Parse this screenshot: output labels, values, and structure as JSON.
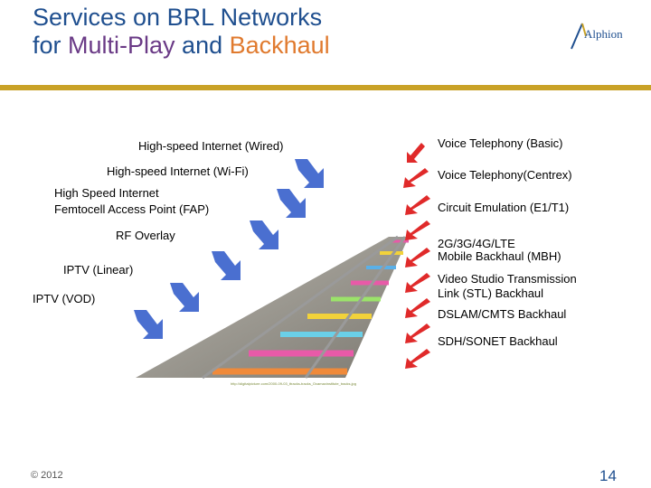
{
  "slide": {
    "title_line1": "Services on BRL Networks",
    "title_line2_prefix": "for ",
    "title_line2_accent1": "Multi-Play",
    "title_line2_mid": " and ",
    "title_line2_accent2": "Backhaul",
    "logo_text": "Alphion",
    "colors": {
      "title": "#1f4f8f",
      "accent_purple": "#6a3a86",
      "accent_orange": "#e07a2e",
      "gold_bar": "#c9a227",
      "arrow": "#4a6fd0"
    }
  },
  "left_services": [
    "High-speed Internet (Wired)",
    "High-speed Internet (Wi-Fi)",
    "High Speed Internet",
    "Femtocell Access Point (FAP)",
    "RF Overlay",
    "IPTV (Linear)",
    "IPTV (VOD)"
  ],
  "right_services": [
    "Voice Telephony (Basic)",
    "Voice Telephony(Centrex)",
    "Circuit Emulation (E1/T1)",
    "2G/3G/4G/LTE",
    "Mobile Backhaul  (MBH)",
    "Video Studio  Transmission",
    "Link (STL) Backhaul",
    "DSLAM/CMTS Backhaul",
    "SDH/SONET Backhaul"
  ],
  "image_credit": "http://digitalpicture.com/2000-09-03_ttracks-tracks_Oxamaxinstitute_tracks.jpg",
  "footer": {
    "copyright": "© 2012",
    "page_number": "14"
  }
}
